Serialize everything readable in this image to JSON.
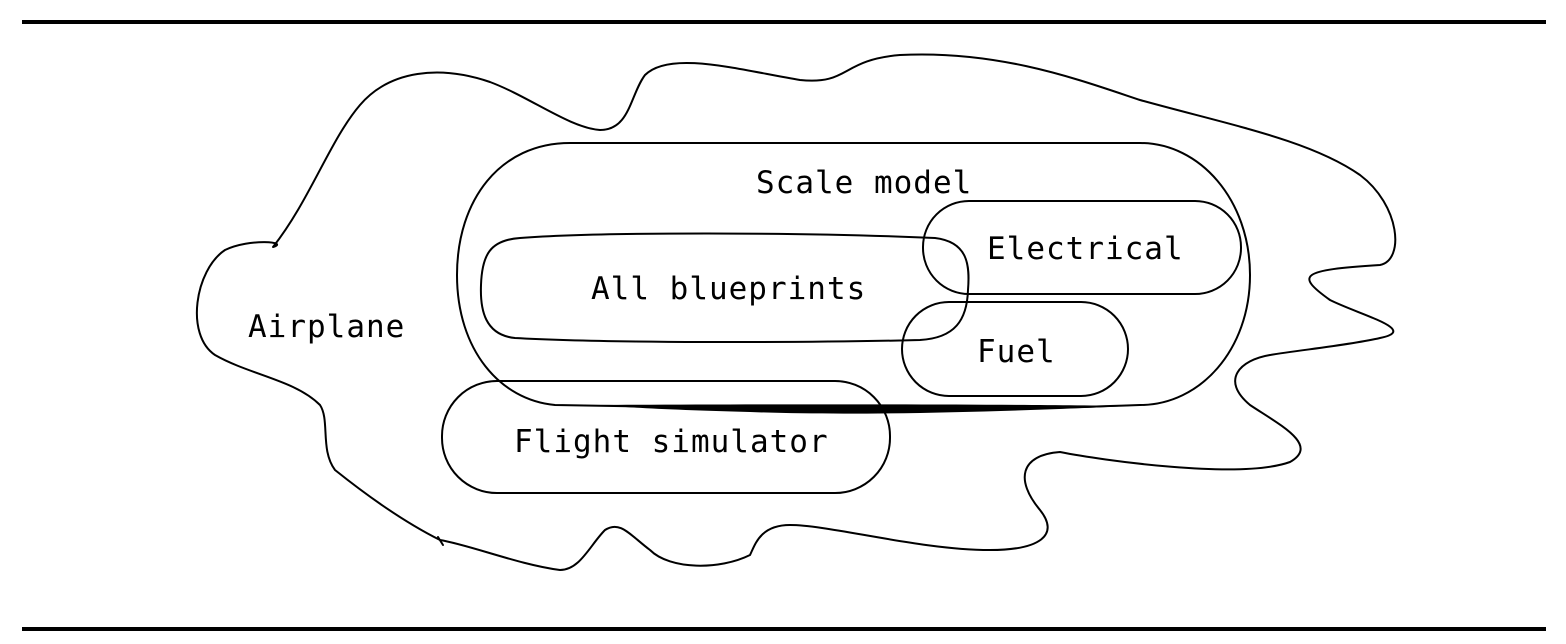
{
  "diagram": {
    "regions": {
      "airplane": "Airplane",
      "scale_model": "Scale model",
      "electrical": "Electrical",
      "all_blueprints": "All blueprints",
      "fuel": "Fuel",
      "flight_simulator": "Flight simulator"
    },
    "colors": {
      "stroke": "#000000",
      "background": "#ffffff"
    }
  }
}
